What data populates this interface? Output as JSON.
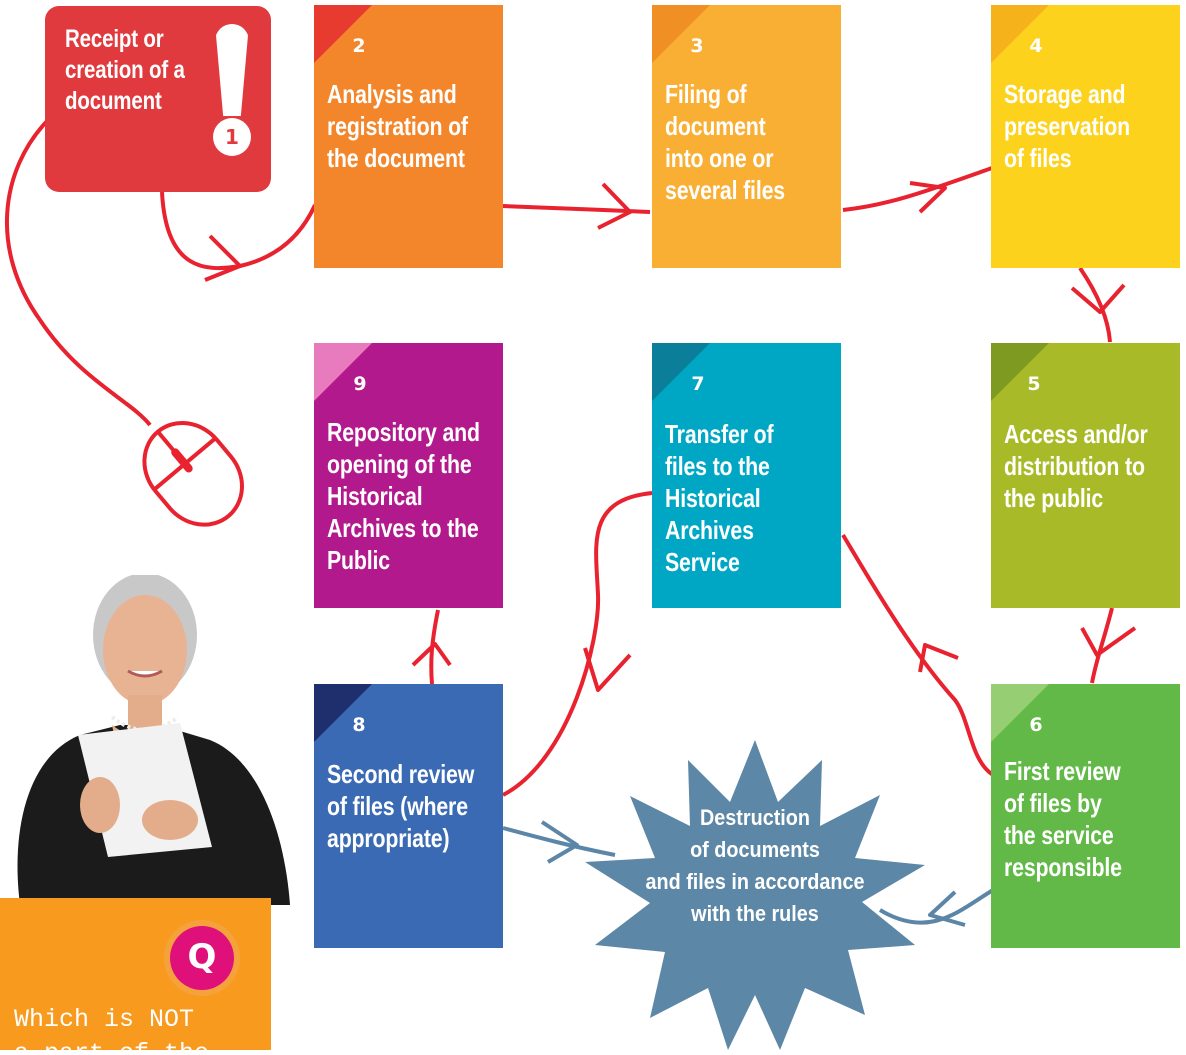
{
  "colors": {
    "arrow_red": "#e8232f",
    "arrow_blue": "#5b86a8",
    "star": "#5c87a6"
  },
  "steps": [
    {
      "id": "1",
      "label": "Receipt or\ncreation of a\ndocument",
      "color": "#e03a3f"
    },
    {
      "id": "2",
      "label": "Analysis and\nregistration of\nthe document",
      "color": "#f3862b",
      "fold": "#e63b2e"
    },
    {
      "id": "3",
      "label": "Filing of\ndocument\ninto one or\nseveral files",
      "color": "#f9ae34",
      "fold": "#f08f24"
    },
    {
      "id": "4",
      "label": "Storage and\npreservation\nof files",
      "color": "#fdd21d",
      "fold": "#f5b21a"
    },
    {
      "id": "5",
      "label": "Access and/or\ndistribution to\nthe public",
      "color": "#a8ba27",
      "fold": "#7e9a21"
    },
    {
      "id": "6",
      "label": "First review\nof files by\nthe service\nresponsible",
      "color": "#62b947",
      "fold": "#96cf73"
    },
    {
      "id": "7",
      "label": "Transfer of\nfiles to the\nHistorical\nArchives\nService",
      "color": "#00a7c5",
      "fold": "#0b7f9a"
    },
    {
      "id": "8",
      "label": "Second review\nof files (where\nappropriate)",
      "color": "#3b6ab4",
      "fold": "#1f2f6e"
    },
    {
      "id": "9",
      "label": "Repository and\nopening of the\nHistorical\nArchives to the\nPublic",
      "color": "#b1198d",
      "fold": "#e77bbd"
    }
  ],
  "destruction": {
    "label": "Destruction\nof documents\nand files in accordance\nwith the rules"
  },
  "quiz": {
    "badge": "Q",
    "question": "Which is NOT\na part of the life"
  }
}
